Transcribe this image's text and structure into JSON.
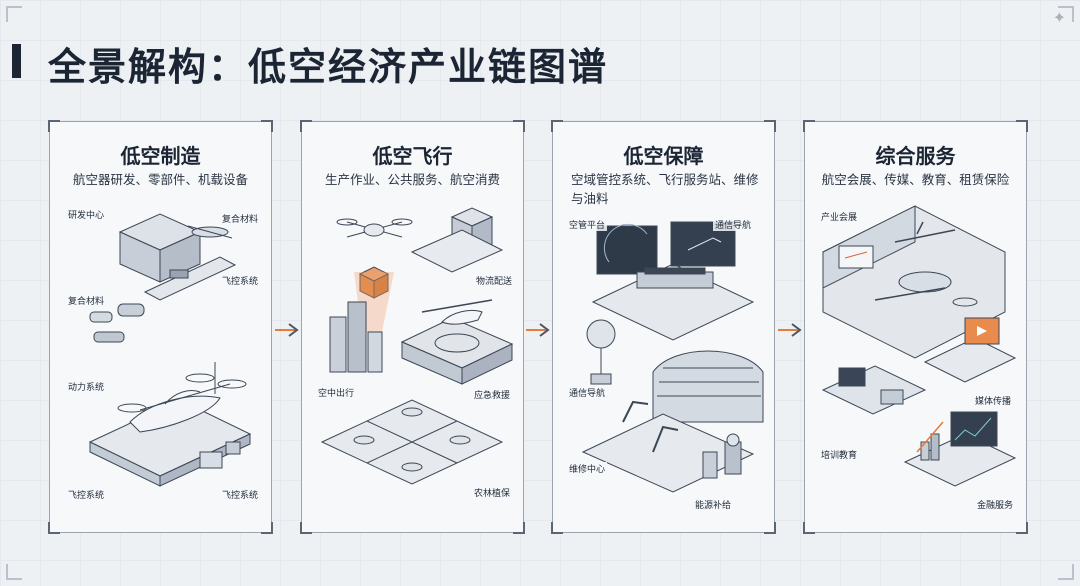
{
  "title": "全景解构：低空经济产业链图谱",
  "colors": {
    "accent": "#e97a3a",
    "frame": "#9aa3ae",
    "ink": "#1c2533"
  },
  "panels": [
    {
      "title": "低空制造",
      "subtitle": "航空器研发、零部件、机载设备",
      "labels": [
        "研发中心",
        "复合材料",
        "飞控系统",
        "复合材料",
        "动力系统",
        "飞控系统",
        "飞控系统"
      ]
    },
    {
      "title": "低空飞行",
      "subtitle": "生产作业、公共服务、航空消费",
      "labels": [
        "物流配送",
        "空中出行",
        "应急救援",
        "农林植保"
      ]
    },
    {
      "title": "低空保障",
      "subtitle": "空域管控系统、飞行服务站、维修与油料",
      "labels": [
        "空管平台",
        "通信导航",
        "通信导航",
        "维修中心",
        "能源补给"
      ]
    },
    {
      "title": "综合服务",
      "subtitle": "航空会展、传媒、教育、租赁保险",
      "labels": [
        "产业会展",
        "媒体传播",
        "培训教育",
        "金融服务"
      ]
    }
  ]
}
